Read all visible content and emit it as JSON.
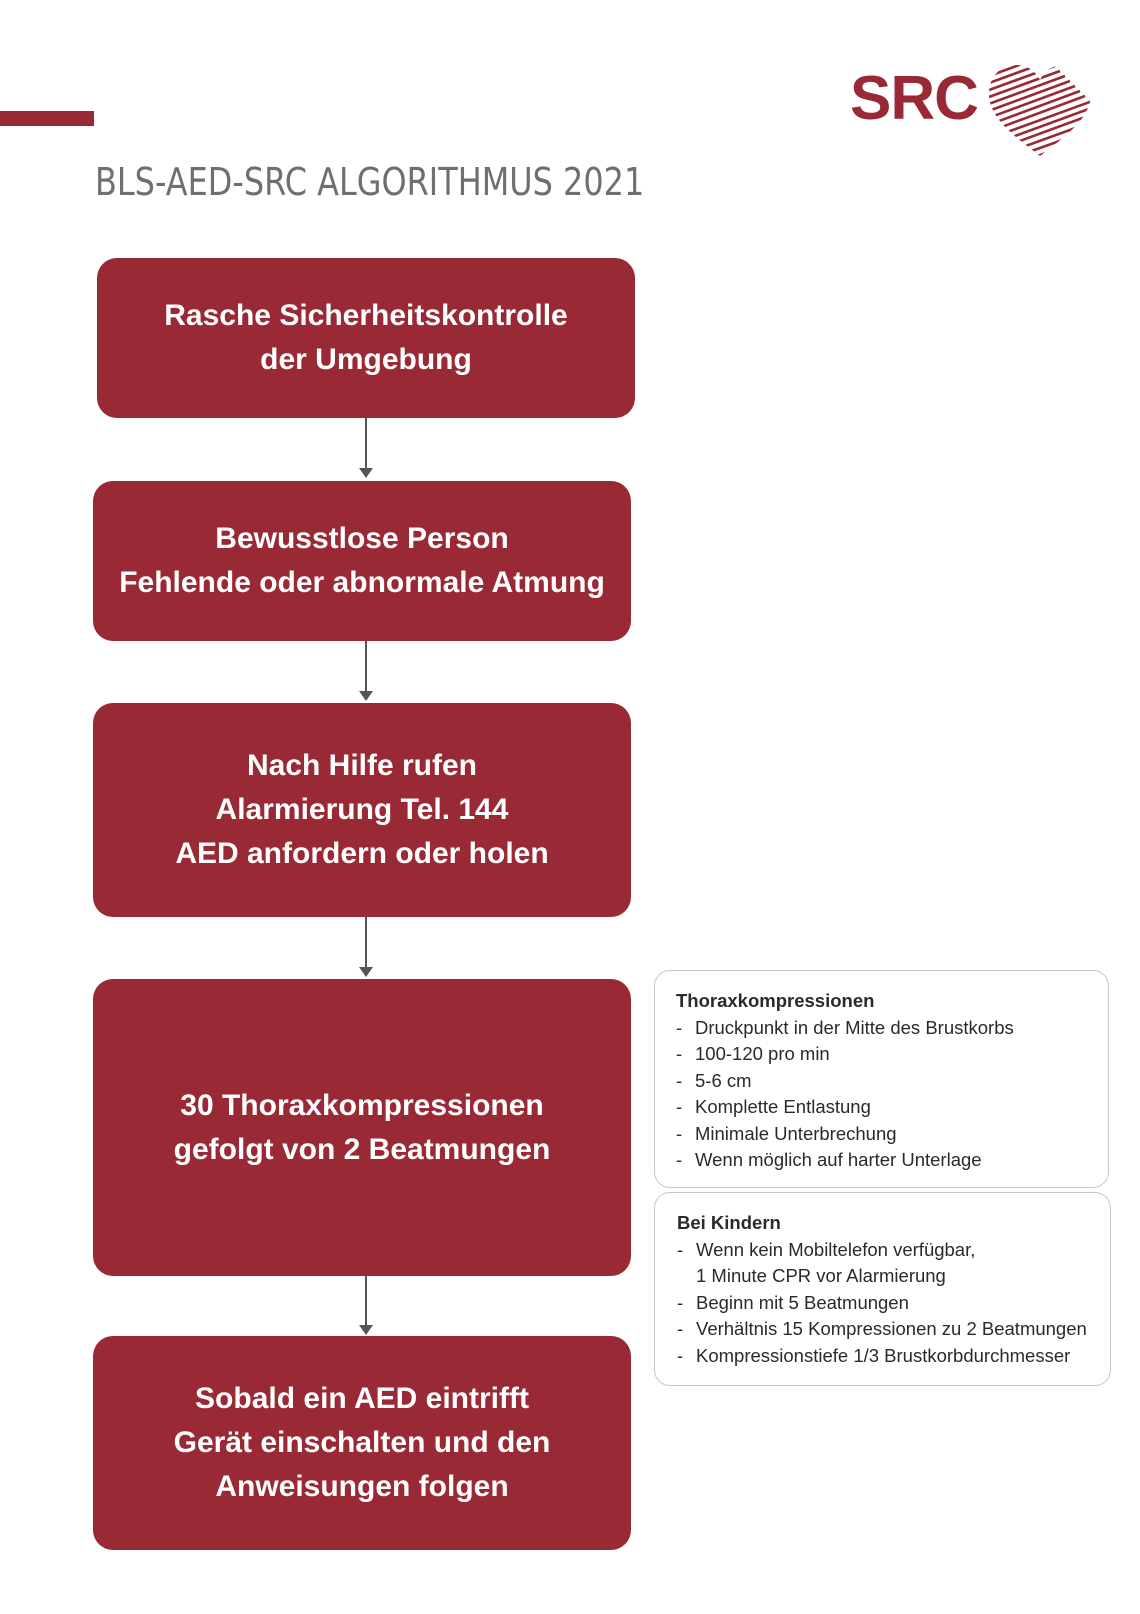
{
  "logo": {
    "text": "SRC",
    "brand_color": "#992935",
    "icon": "heart-icon"
  },
  "title": "BLS-AED-SRC ALGORITHMUS 2021",
  "colors": {
    "box": "#992935",
    "title": "#6f6f6f",
    "text": "#ffffff"
  },
  "flow": [
    {
      "lines": [
        "Rasche Sicherheitskontrolle",
        "der Umgebung"
      ]
    },
    {
      "lines": [
        "Bewusstlose Person",
        "Fehlende oder abnormale Atmung"
      ]
    },
    {
      "lines": [
        "Nach Hilfe rufen",
        "Alarmierung Tel. 144",
        "AED anfordern oder holen"
      ]
    },
    {
      "lines": [
        "30 Thoraxkompressionen",
        "gefolgt von 2 Beatmungen"
      ]
    },
    {
      "lines": [
        "Sobald ein AED eintrifft",
        "Gerät einschalten und den",
        "Anweisungen folgen"
      ]
    }
  ],
  "info_boxes": [
    {
      "heading": "Thoraxkompressionen",
      "items": [
        [
          "Druckpunkt in der Mitte des Brustkorbs"
        ],
        [
          "100-120 pro min"
        ],
        [
          "5-6 cm"
        ],
        [
          "Komplette Entlastung"
        ],
        [
          "Minimale Unterbrechung"
        ],
        [
          "Wenn möglich auf harter Unterlage"
        ]
      ]
    },
    {
      "heading": "Bei Kindern",
      "items": [
        [
          "Wenn kein Mobiltelefon verfügbar,",
          "1 Minute CPR vor Alarmierung"
        ],
        [
          "Beginn mit 5 Beatmungen"
        ],
        [
          "Verhältnis 15 Kompressionen zu 2 Beatmungen"
        ],
        [
          "Kompressionstiefe 1/3 Brustkorbdurchmesser"
        ]
      ]
    }
  ]
}
